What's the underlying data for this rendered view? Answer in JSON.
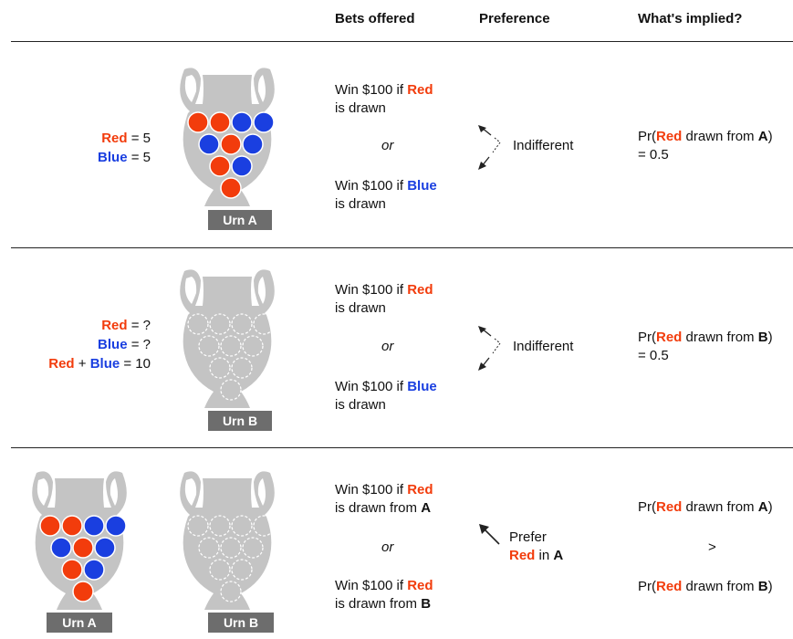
{
  "headers": {
    "bets": "Bets offered",
    "preference": "Preference",
    "implied": "What's implied?"
  },
  "colors": {
    "red": "#f23c0c",
    "blue": "#1a3fe0",
    "urn": "#c4c4c4",
    "label_bg": "#6d6d6d"
  },
  "words": {
    "red": "Red",
    "blue": "Blue",
    "eq5": "= 5",
    "eqq": "= ?",
    "plus": "+",
    "eq10": "= 10",
    "win": "Win $100 if",
    "isdrawn": "is drawn",
    "isdrawnfrom": "is drawn from",
    "or": "or",
    "A": "A",
    "B": "B",
    "pr_open": "Pr(",
    "drawn_from": "drawn from",
    "close": ")",
    "eq05": "= 0.5",
    "gt": ">",
    "prefer": "Prefer",
    "in": "in"
  },
  "rows": {
    "r1": {
      "urn_label": "Urn A",
      "preference": "Indifferent"
    },
    "r2": {
      "urn_label": "Urn B",
      "preference": "Indifferent"
    },
    "r3": {
      "urn_label_a": "Urn A",
      "urn_label_b": "Urn B"
    }
  },
  "urn_a_balls": [
    "red",
    "red",
    "blue",
    "blue",
    "blue",
    "red",
    "blue",
    "red",
    "blue",
    "red"
  ]
}
